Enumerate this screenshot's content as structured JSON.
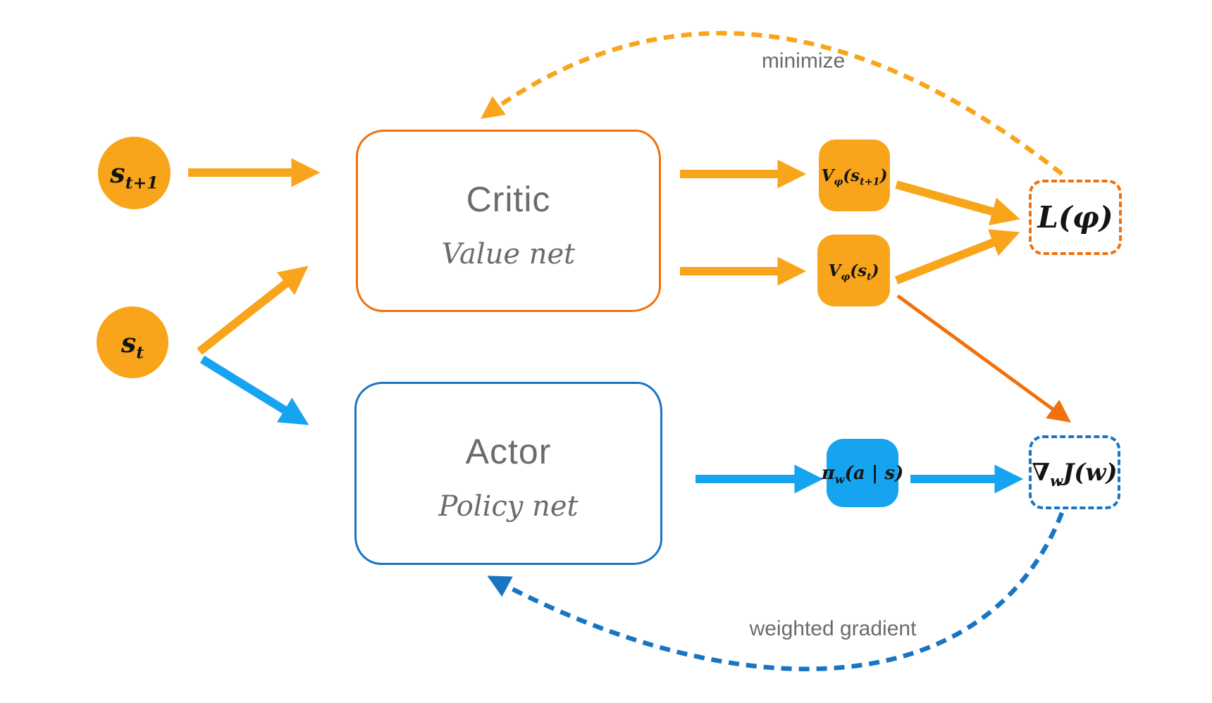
{
  "colors": {
    "amber": "#F9A51C",
    "orange": "#F0710D",
    "blue": "#16A4F1",
    "blue_dark": "#1875C2",
    "text_gray": "#6B6B6B",
    "math_black": "#141414",
    "bg": "#FFFFFF"
  },
  "nodes": {
    "s_next": {
      "base": "s",
      "sub": "t+1"
    },
    "s_t": {
      "base": "s",
      "sub": "t"
    },
    "critic": {
      "title": "Critic",
      "subtitle": "Value net"
    },
    "actor": {
      "title": "Actor",
      "subtitle": "Policy net"
    },
    "v_next": {
      "base": "V",
      "base_sub": "φ",
      "mid": "(s",
      "mid_sub": "t+1",
      "close": ")"
    },
    "v_t": {
      "base": "V",
      "base_sub": "φ",
      "mid": "(s",
      "mid_sub": "t",
      "close": ")"
    },
    "pi": {
      "base": "π",
      "base_sub": "w",
      "rest": "(a | s)"
    },
    "loss": {
      "label": "L(φ)"
    },
    "grad": {
      "base": "∇",
      "base_sub": "w",
      "rest": "J(w)"
    }
  },
  "edges": {
    "minimize_label": "minimize",
    "weighted_gradient_label": "weighted gradient"
  }
}
